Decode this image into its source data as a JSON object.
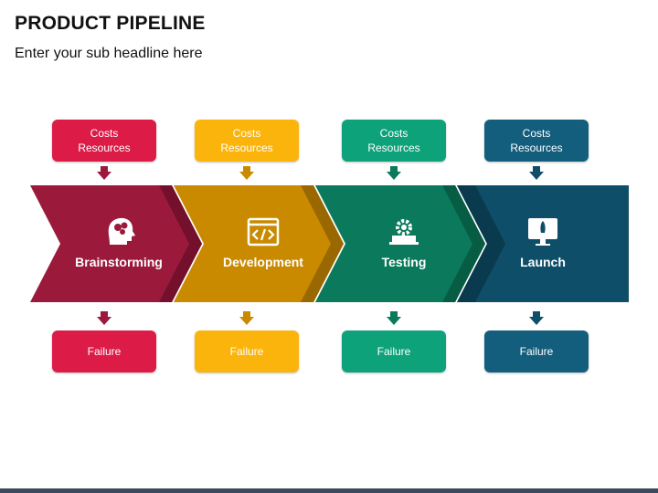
{
  "header": {
    "title": "PRODUCT PIPELINE",
    "subtitle": "Enter your sub headline here"
  },
  "stages": [
    {
      "label": "Brainstorming",
      "icon": "brain-icon",
      "top_line1": "Costs",
      "top_line2": "Resources",
      "bottom": "Failure",
      "color": "#9b1a3c",
      "box_color": "#dc1b47"
    },
    {
      "label": "Development",
      "icon": "code-window-icon",
      "top_line1": "Costs",
      "top_line2": "Resources",
      "bottom": "Failure",
      "color": "#c98a00",
      "box_color": "#fbb40b"
    },
    {
      "label": "Testing",
      "icon": "gear-laptop-icon",
      "top_line1": "Costs",
      "top_line2": "Resources",
      "bottom": "Failure",
      "color": "#0b7a5c",
      "box_color": "#0ea27a"
    },
    {
      "label": "Launch",
      "icon": "rocket-monitor-icon",
      "top_line1": "Costs",
      "top_line2": "Resources",
      "bottom": "Failure",
      "color": "#0f4e68",
      "box_color": "#135e7d"
    }
  ]
}
